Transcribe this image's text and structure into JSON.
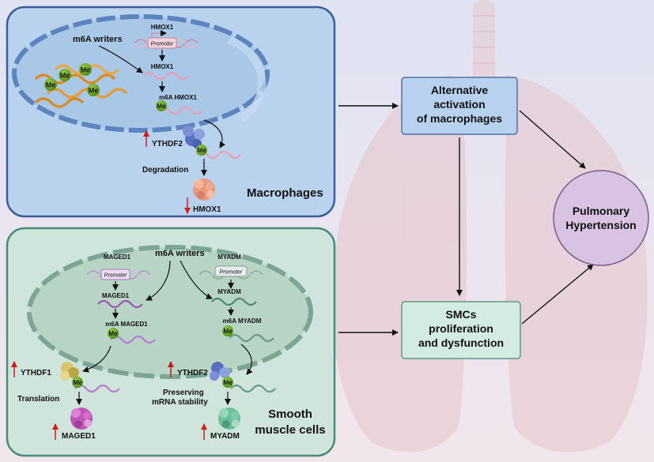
{
  "macrophage_panel": {
    "writers": "m6A writers",
    "gene_top": "HMOX1",
    "promoter": "Promoter",
    "mrna": "HMOX1",
    "m6a_mrna": "m6A HMOX1",
    "methyl": "Me",
    "reader": "YTHDF2",
    "process": "Degradation",
    "product": "HMOX1",
    "cell_label": "Macrophages"
  },
  "smc_panel": {
    "writers": "m6A writers",
    "left": {
      "gene_top": "MAGED1",
      "promoter": "Promoter",
      "mrna": "MAGED1",
      "m6a_mrna": "m6A MAGED1",
      "reader": "YTHDF1",
      "process": "Translation",
      "product": "MAGED1"
    },
    "right": {
      "gene_top": "MYADM",
      "promoter": "Promoter",
      "mrna": "MYADM",
      "m6a_mrna": "m6A MYADM",
      "reader": "YTHDF2",
      "process_line1": "Preserving",
      "process_line2": "mRNA stability",
      "product": "MYADM"
    },
    "methyl": "Me",
    "cell_label_line1": "Smooth",
    "cell_label_line2": "muscle cells"
  },
  "outcomes": {
    "alt_line1": "Alternative",
    "alt_line2": "activation",
    "alt_line3": "of macrophages",
    "smc_line1": "SMCs",
    "smc_line2": "proliferation",
    "smc_line3": "and dysfunction",
    "ph_line1": "Pulmonary",
    "ph_line2": "Hypertension"
  },
  "colors": {
    "mac_panel_fill": "#b9d3ee",
    "mac_panel_border": "#3a5f9c",
    "smc_panel_fill": "#cfe5dc",
    "smc_panel_border": "#4a8c78",
    "alt_box_fill": "#b7d1ee",
    "smc_box_fill": "#d4ebe2",
    "ph_circle_fill": "#d8c3e3",
    "up_arrow": "#cc1f1f",
    "down_arrow": "#cc1f1f"
  }
}
